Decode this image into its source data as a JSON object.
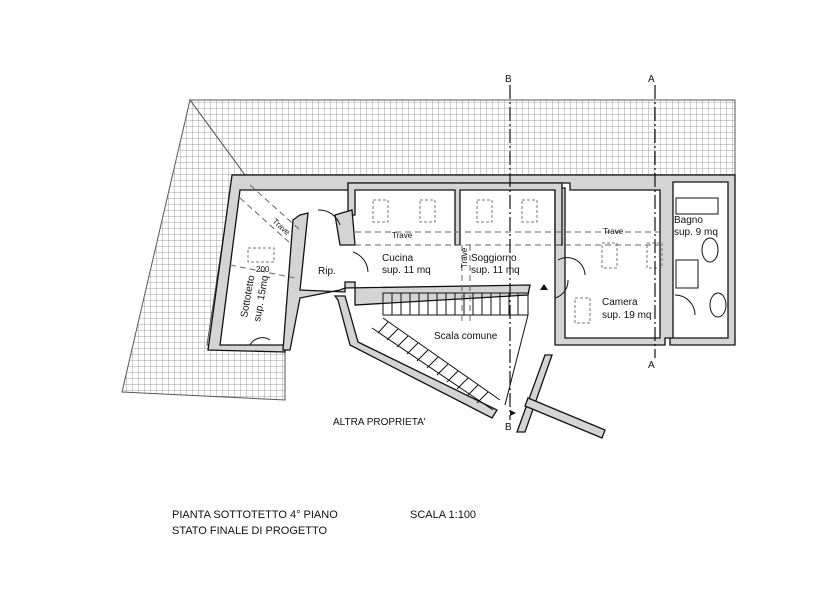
{
  "section_markers": {
    "b_top": "B",
    "b_bottom": "B",
    "a_top": "A",
    "a_bottom": "A"
  },
  "rooms": {
    "sottotetto": {
      "name": "Sottotetto",
      "area": "sup. 15mq"
    },
    "ripostiglio": {
      "name": "Rip."
    },
    "cucina": {
      "name": "Cucina",
      "area": "sup. 11 mq"
    },
    "soggiorno": {
      "name": "Soggiorno",
      "area": "sup. 11 mq"
    },
    "camera": {
      "name": "Camera",
      "area": "sup. 19 mq"
    },
    "bagno": {
      "name": "Bagno",
      "area": "sup. 9 mq"
    },
    "scala": {
      "name": "Scala comune"
    }
  },
  "beams": {
    "label": "Trave"
  },
  "dimension": "200",
  "neighbor": "ALTRA PROPRIETA'",
  "title_block": {
    "line1": "PIANTA SOTTOTETTO 4° PIANO",
    "line2": "STATO FINALE DI PROGETTO",
    "scale": "SCALA 1:100"
  },
  "colors": {
    "wall_fill": "#d4d4d4",
    "line": "#111111"
  }
}
